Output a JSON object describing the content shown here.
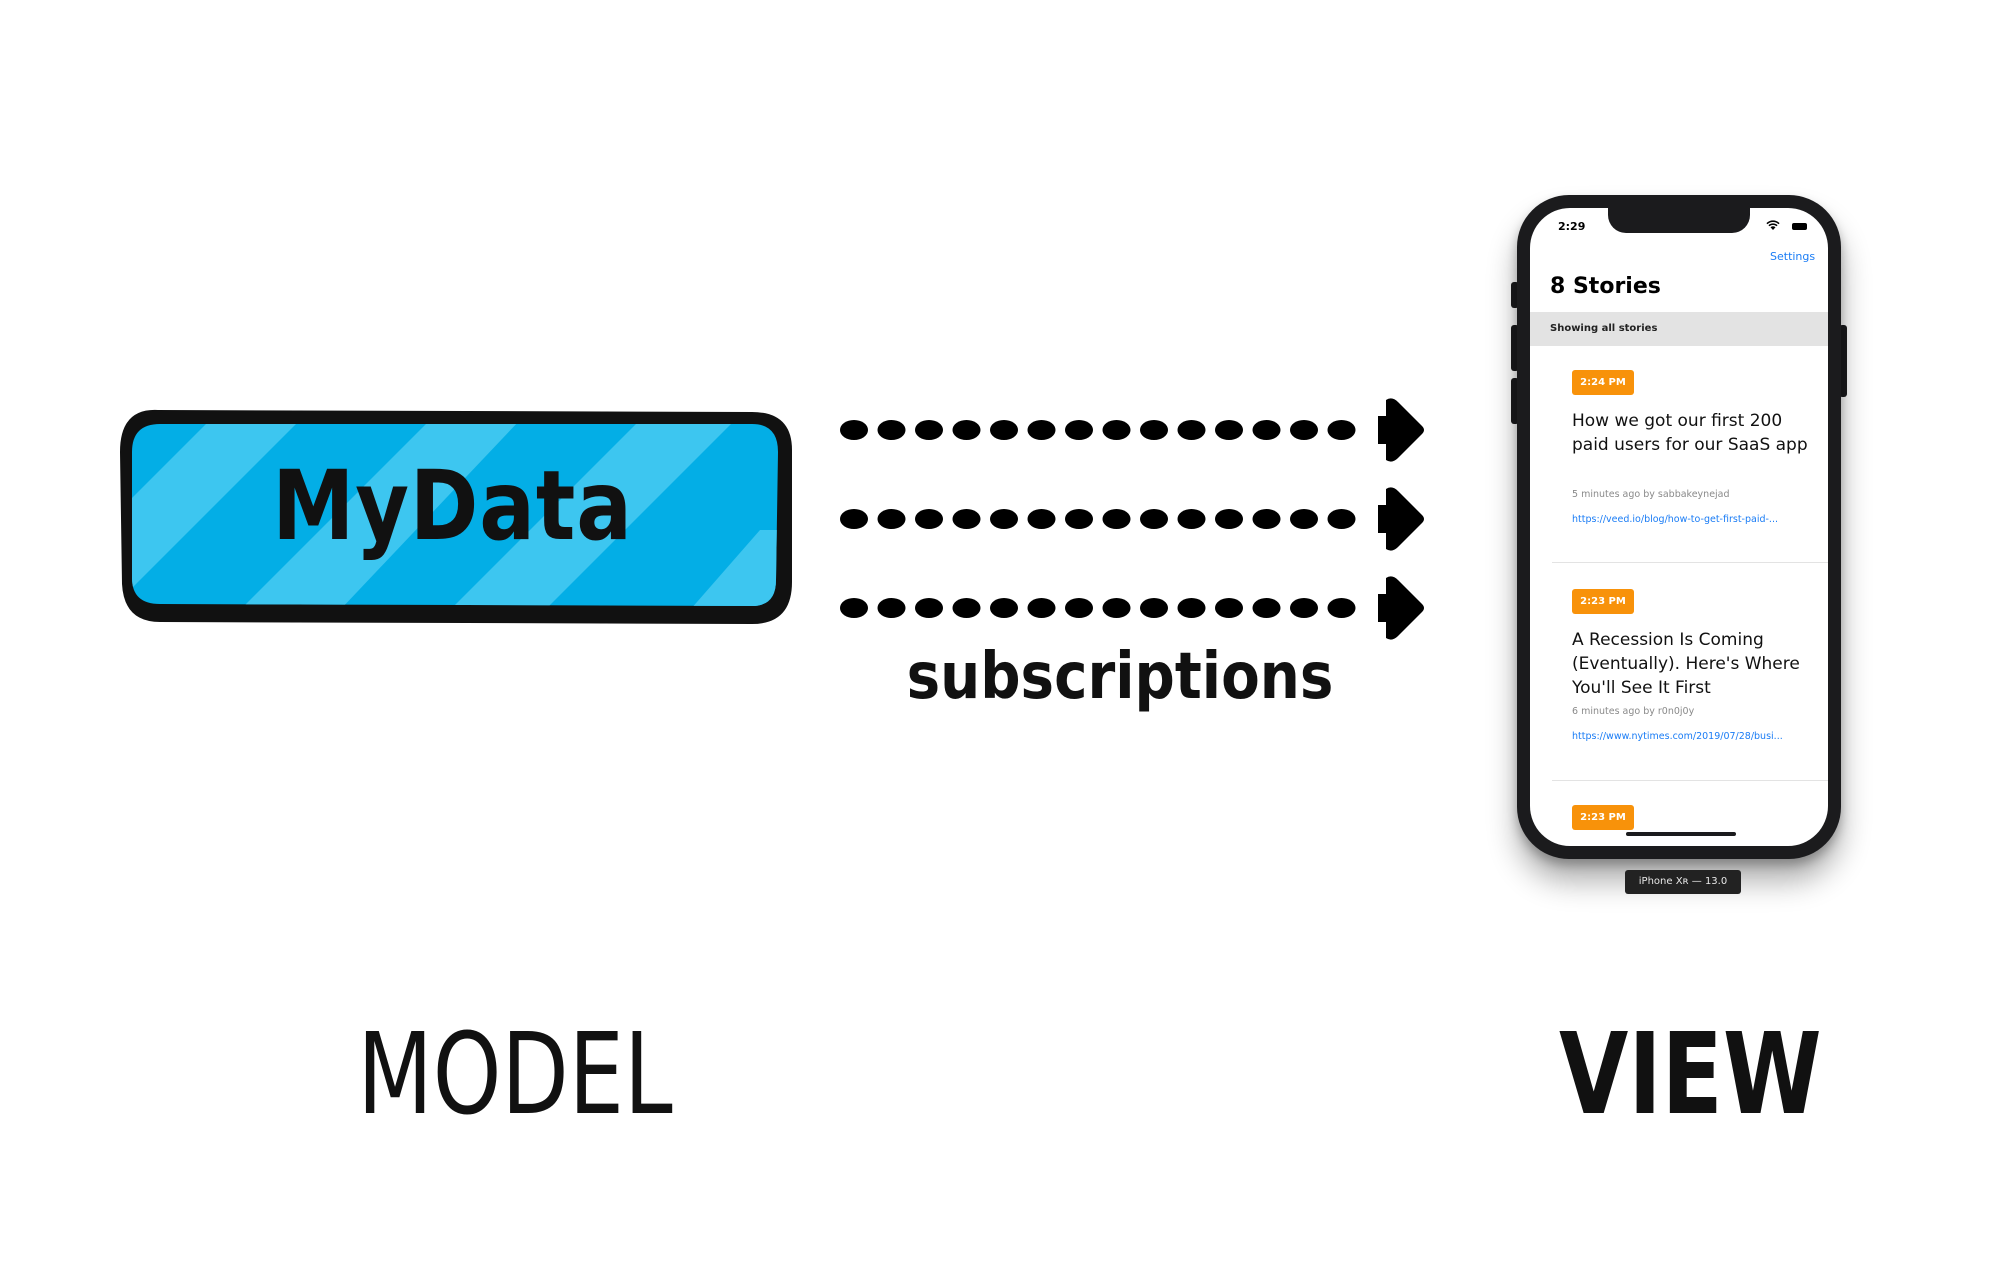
{
  "model": {
    "box_label": "MyData",
    "caption": "MODEL",
    "box_color": "#03aee6",
    "stripe_color": "#3dc6f0",
    "outline_color": "#111111"
  },
  "connector": {
    "caption": "subscriptions",
    "arrow_count": 3,
    "color": "#000000"
  },
  "view": {
    "caption": "VIEW",
    "device_label": "iPhone Xʀ — 13.0",
    "phone": {
      "status_time": "2:29",
      "status_icons": "wifi-icon battery-icon",
      "settings_label": "Settings",
      "title": "8 Stories",
      "section_header": "Showing all stories",
      "badge_color": "#f8920a",
      "link_color": "#1a7cf5",
      "stories": [
        {
          "time": "2:24 PM",
          "title": "How we got our first 200 paid users for our SaaS app",
          "meta": "5 minutes ago by sabbakeynejad",
          "url": "https://veed.io/blog/how-to-get-first-paid-..."
        },
        {
          "time": "2:23 PM",
          "title": "A Recession Is Coming (Eventually). Here's Where You'll See It First",
          "meta": "6 minutes ago by r0n0j0y",
          "url": "https://www.nytimes.com/2019/07/28/busi..."
        },
        {
          "time": "2:23 PM"
        }
      ]
    }
  }
}
